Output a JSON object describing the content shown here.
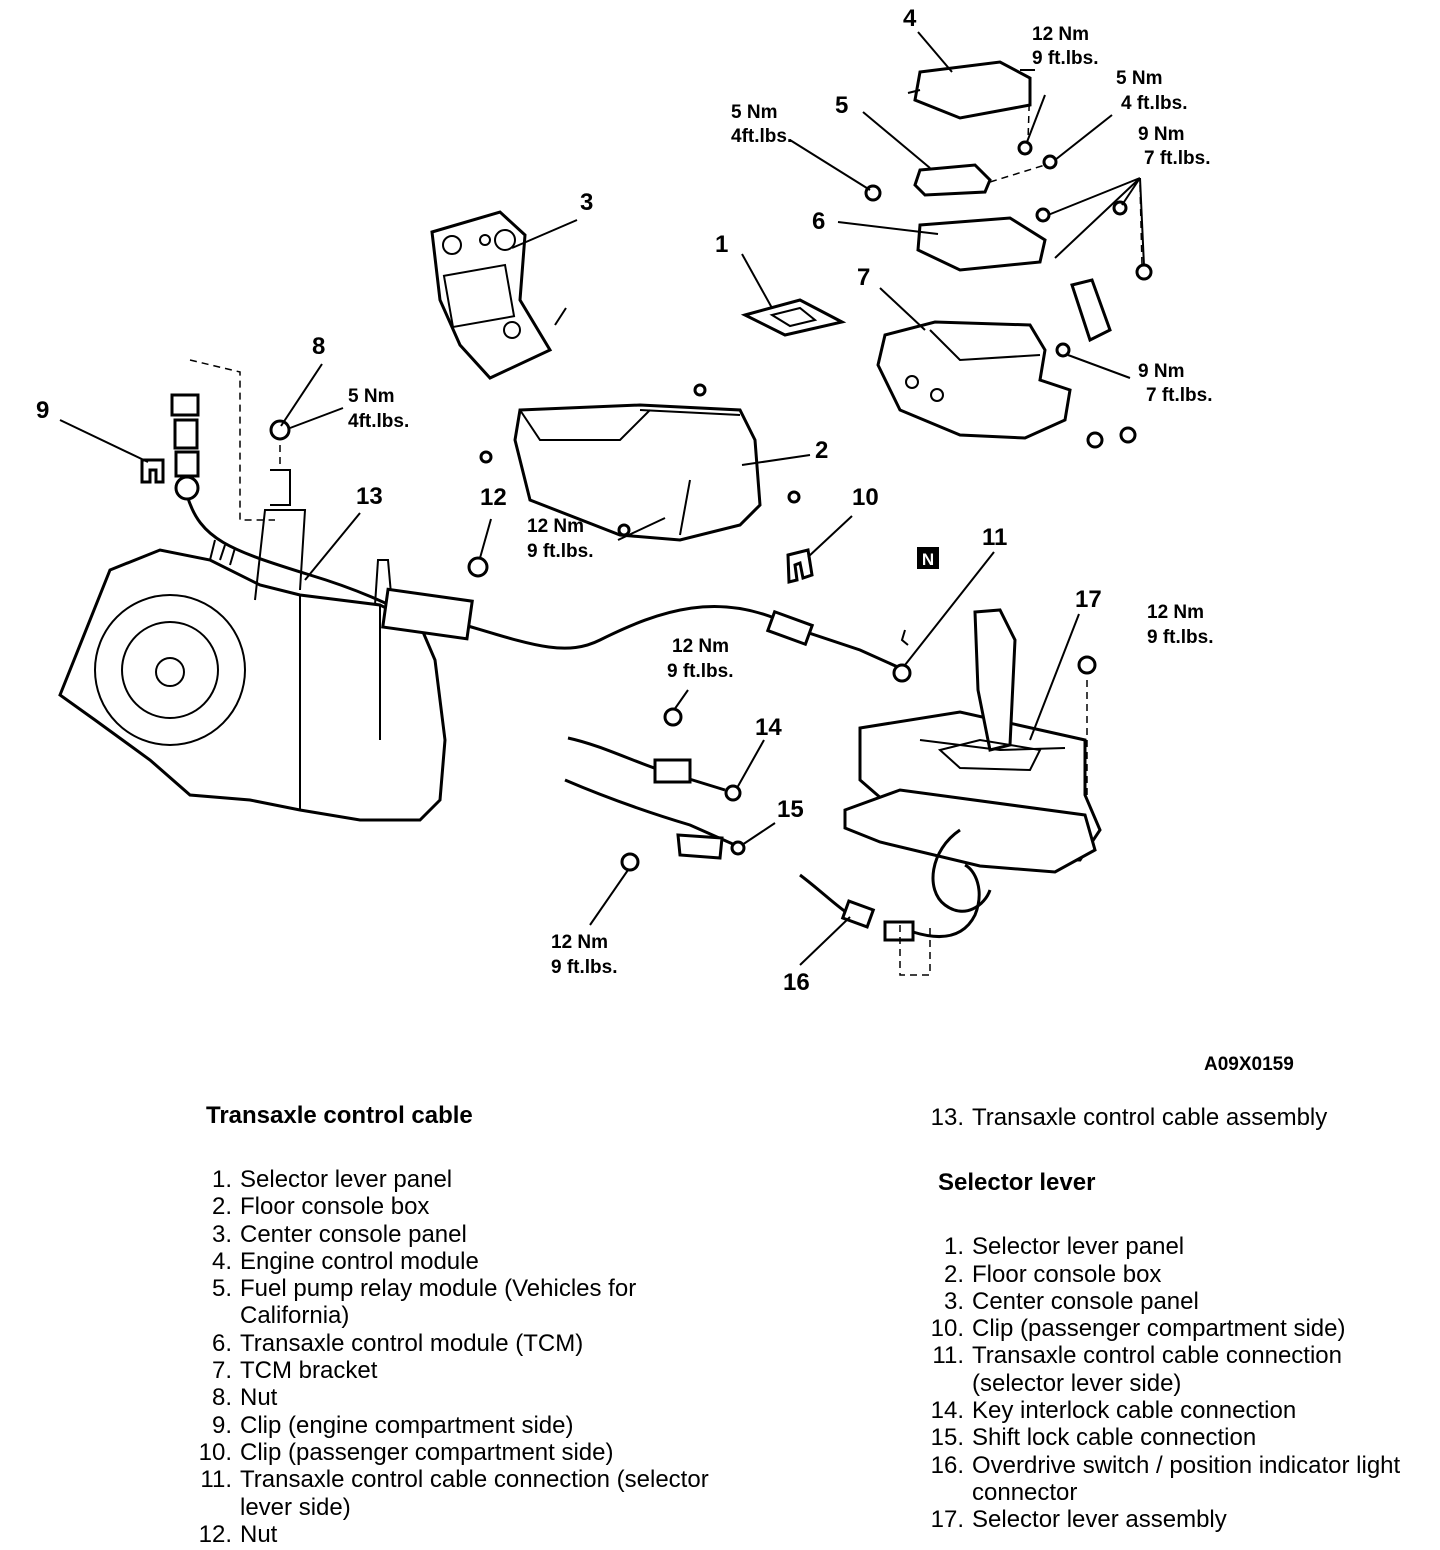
{
  "figure_id": "A09X0159",
  "callouts": [
    "1",
    "2",
    "3",
    "4",
    "5",
    "6",
    "7",
    "8",
    "9",
    "10",
    "11",
    "12",
    "13",
    "14",
    "15",
    "16",
    "17"
  ],
  "torques": {
    "t4_top": [
      "12 Nm",
      "9 ft.lbs."
    ],
    "t4_right": [
      "5 Nm",
      "4 ft.lbs."
    ],
    "t5": [
      "5 Nm",
      "4ft.lbs."
    ],
    "t6": [
      "9 Nm",
      "7 ft.lbs."
    ],
    "t7": [
      "9 Nm",
      "7 ft.lbs."
    ],
    "t8": [
      "5 Nm",
      "4ft.lbs."
    ],
    "t12": [
      "12 Nm",
      "9 ft.lbs."
    ],
    "t14": [
      "12 Nm",
      "9 ft.lbs."
    ],
    "t15": [
      "12 Nm",
      "9 ft.lbs."
    ],
    "t17": [
      "12 Nm",
      "9 ft.lbs."
    ]
  },
  "marker": "N",
  "legend_left": {
    "heading": "Transaxle control cable",
    "items": [
      {
        "num": "1.",
        "text": "Selector lever panel"
      },
      {
        "num": "2.",
        "text": "Floor console box"
      },
      {
        "num": "3.",
        "text": "Center console panel"
      },
      {
        "num": "4.",
        "text": "Engine control module"
      },
      {
        "num": "5.",
        "text": "Fuel pump relay module (Vehicles for California)"
      },
      {
        "num": "6.",
        "text": "Transaxle control module (TCM)"
      },
      {
        "num": "7.",
        "text": "TCM bracket"
      },
      {
        "num": "8.",
        "text": "Nut"
      },
      {
        "num": "9.",
        "text": "Clip (engine compartment side)"
      },
      {
        "num": "10.",
        "text": "Clip (passenger compartment side)"
      },
      {
        "num": "11.",
        "text": "Transaxle control cable connection (selector lever side)"
      },
      {
        "num": "12.",
        "text": "Nut"
      }
    ]
  },
  "legend_right": {
    "extra": {
      "num": "13.",
      "text": "Transaxle control cable assembly"
    },
    "heading": "Selector lever",
    "items": [
      {
        "num": "1.",
        "text": "Selector lever panel"
      },
      {
        "num": "2.",
        "text": "Floor console box"
      },
      {
        "num": "3.",
        "text": "Center console panel"
      },
      {
        "num": "10.",
        "text": "Clip (passenger compartment side)"
      },
      {
        "num": "11.",
        "text": "Transaxle control cable connection (selector lever side)"
      },
      {
        "num": "14.",
        "text": "Key interlock cable connection"
      },
      {
        "num": "15.",
        "text": "Shift lock cable connection"
      },
      {
        "num": "16.",
        "text": "Overdrive switch / position indicator light connector"
      },
      {
        "num": "17.",
        "text": "Selector lever assembly"
      }
    ]
  }
}
